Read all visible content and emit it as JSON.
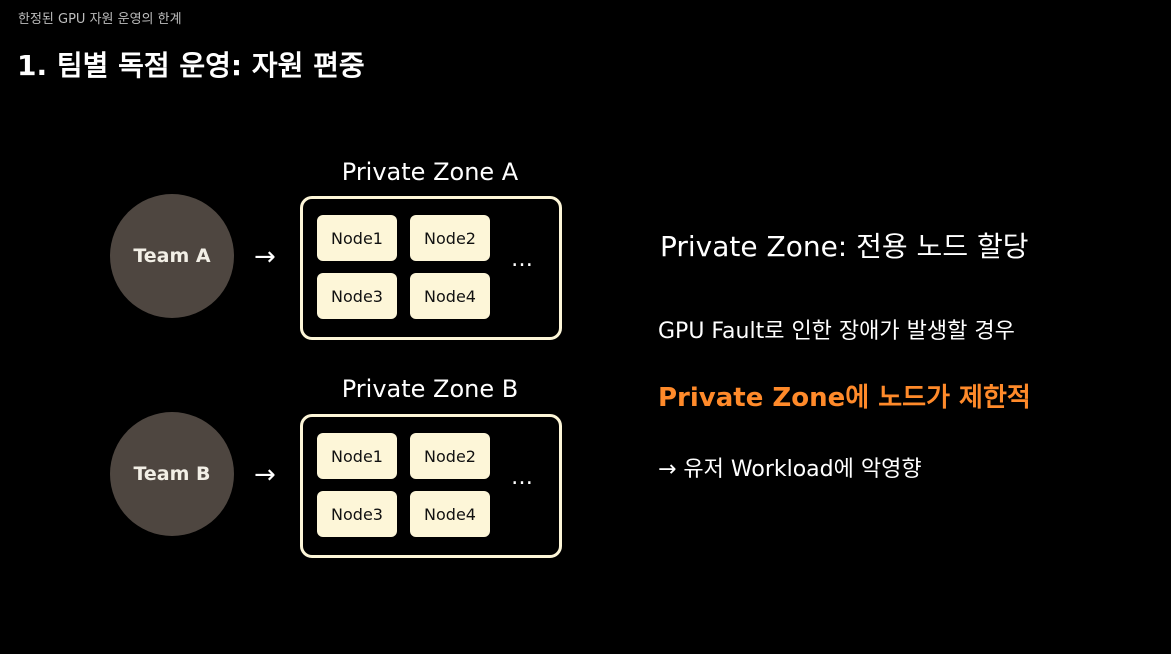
{
  "header": {
    "section_label": "한정된 GPU 자원 운영의 한계",
    "title": "1. 팀별 독점 운영: 자원 편중"
  },
  "diagram": {
    "arrow_glyph": "→",
    "ellipsis": "…",
    "rows": [
      {
        "team": "Team A",
        "zone_title": "Private Zone A",
        "nodes": [
          "Node1",
          "Node2",
          "Node3",
          "Node4"
        ]
      },
      {
        "team": "Team B",
        "zone_title": "Private Zone B",
        "nodes": [
          "Node1",
          "Node2",
          "Node3",
          "Node4"
        ]
      }
    ]
  },
  "info": {
    "heading": "Private Zone: 전용 노드 할당",
    "line1": "GPU Fault로 인한 장애가 발생할 경우",
    "highlight": "Private Zone에 노드가 제한적",
    "line2": "→ 유저 Workload에 악영향"
  },
  "colors": {
    "background": "#000000",
    "team_circle": "#4e4640",
    "node_fill": "#fdf6d8",
    "zone_border": "#fdf6d8",
    "highlight": "#ff8a2a"
  }
}
